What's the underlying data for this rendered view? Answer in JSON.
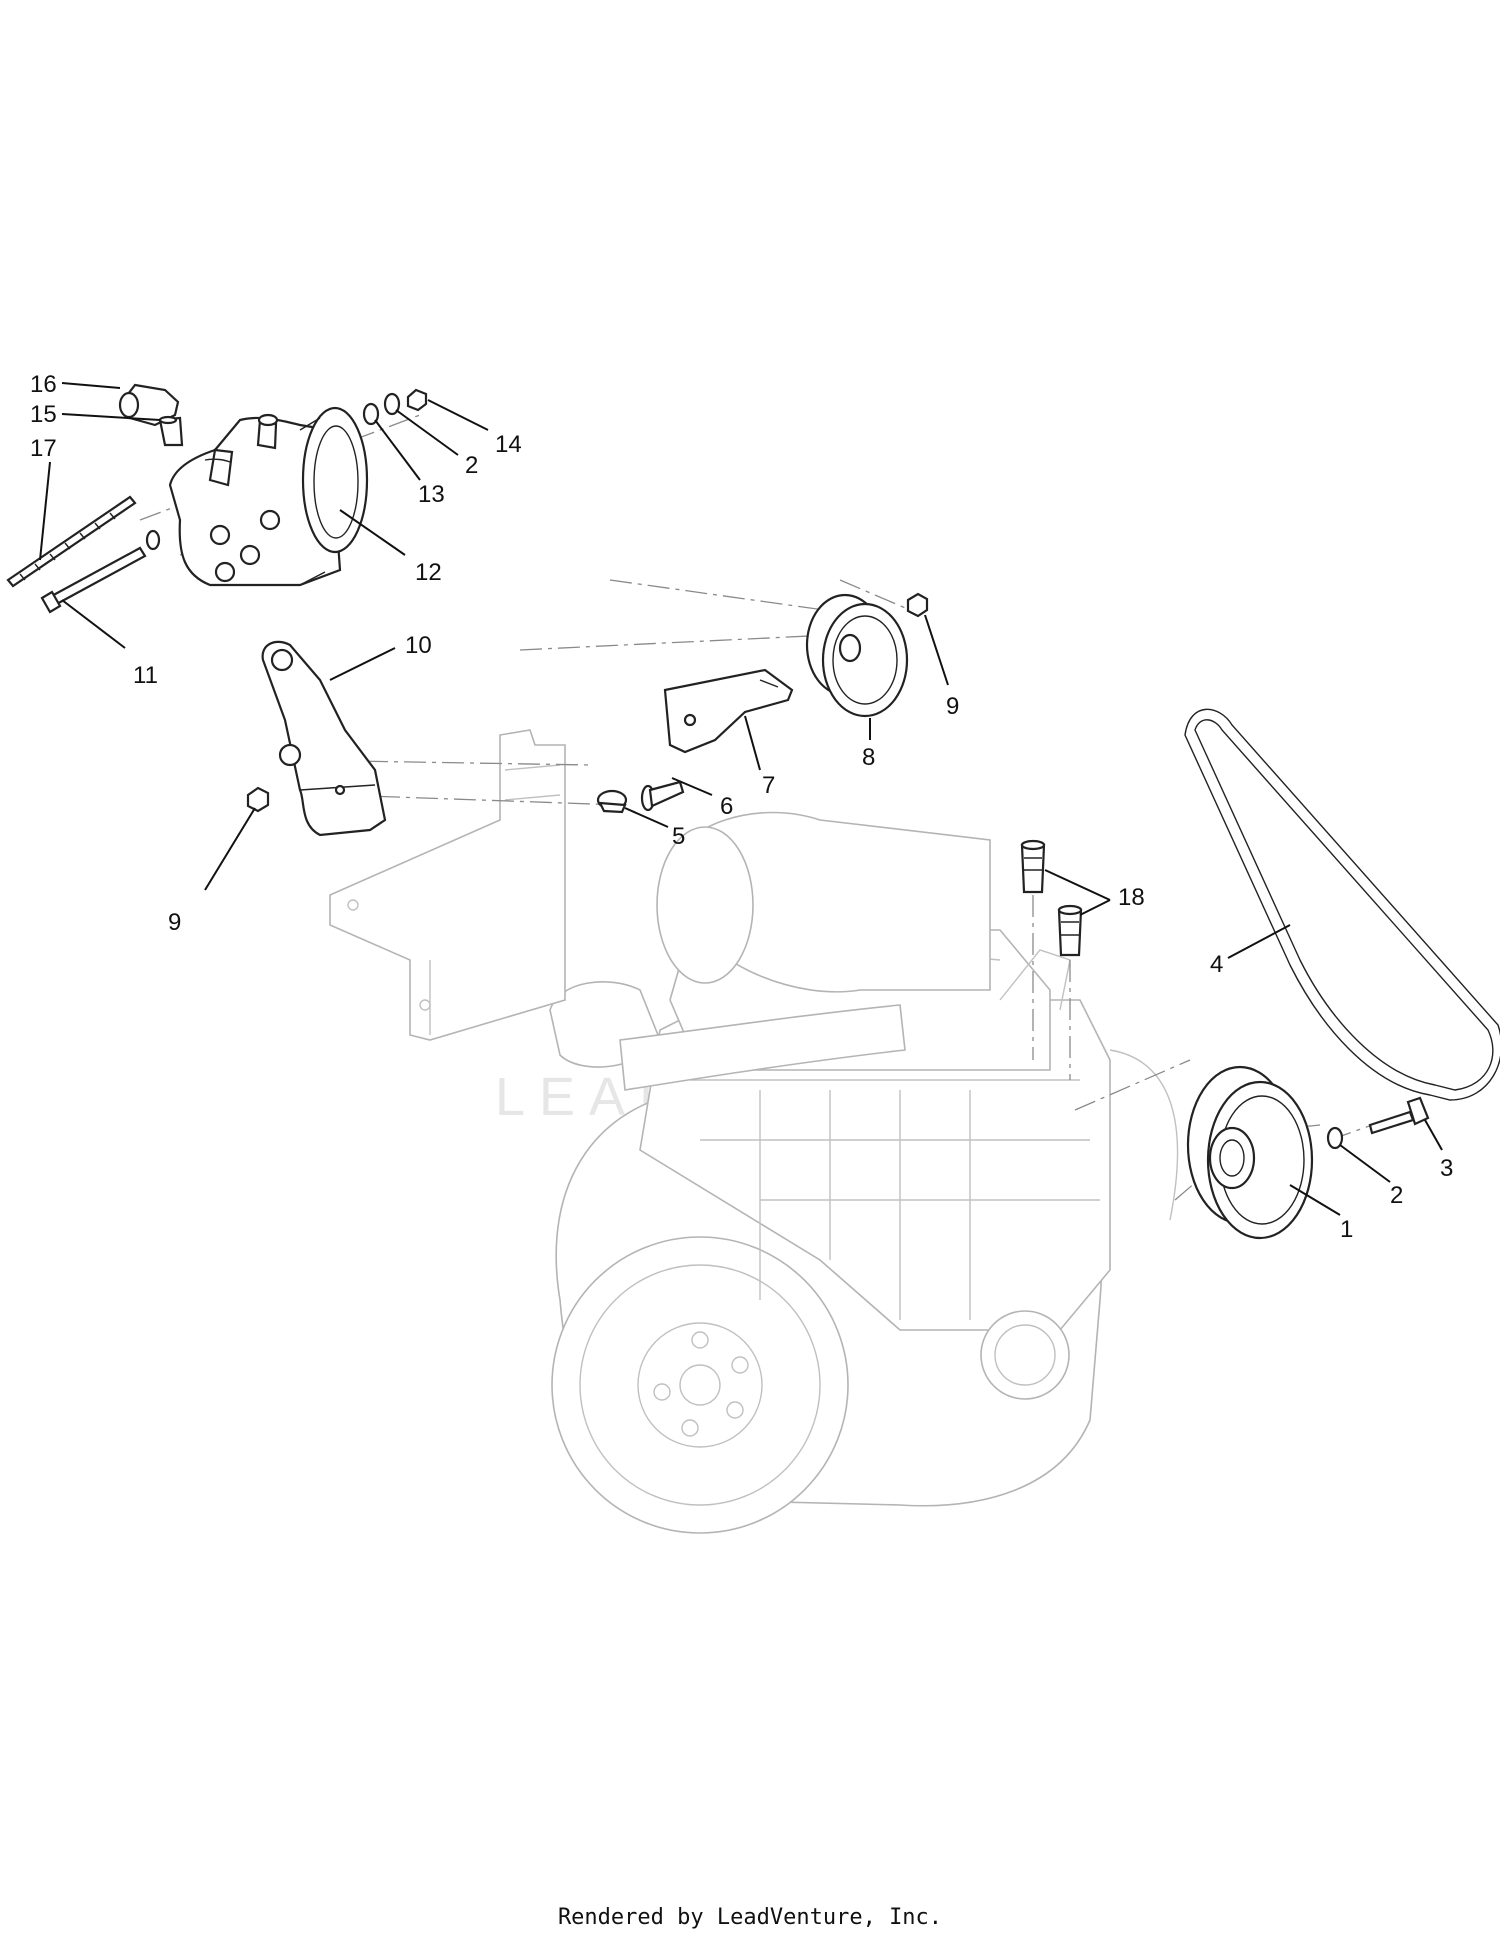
{
  "callouts": [
    {
      "id": "c16",
      "label": "16"
    },
    {
      "id": "c15",
      "label": "15"
    },
    {
      "id": "c17",
      "label": "17"
    },
    {
      "id": "c14",
      "label": "14"
    },
    {
      "id": "c2a",
      "label": "2"
    },
    {
      "id": "c13",
      "label": "13"
    },
    {
      "id": "c12",
      "label": "12"
    },
    {
      "id": "c11",
      "label": "11"
    },
    {
      "id": "c10",
      "label": "10"
    },
    {
      "id": "c9a",
      "label": "9"
    },
    {
      "id": "c8",
      "label": "8"
    },
    {
      "id": "c7",
      "label": "7"
    },
    {
      "id": "c6",
      "label": "6"
    },
    {
      "id": "c5",
      "label": "5"
    },
    {
      "id": "c9b",
      "label": "9"
    },
    {
      "id": "c18",
      "label": "18"
    },
    {
      "id": "c4",
      "label": "4"
    },
    {
      "id": "c3",
      "label": "3"
    },
    {
      "id": "c2b",
      "label": "2"
    },
    {
      "id": "c1",
      "label": "1"
    }
  ],
  "watermark": "LEADVENTURE",
  "footer": "Rendered by LeadVenture, Inc."
}
